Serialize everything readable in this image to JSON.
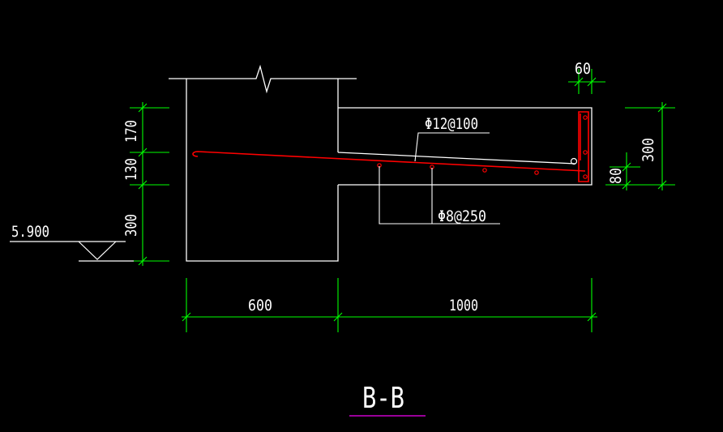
{
  "drawing": {
    "section_title": "B-B",
    "elevation_label": "5.900",
    "rebar_top_label": "Φ12@100",
    "rebar_dist_label": "Φ8@250",
    "dim_bottom_left": "600",
    "dim_bottom_right": "1000",
    "dim_left_top": "170",
    "dim_left_mid": "130",
    "dim_left_bottom": "300",
    "dim_right_overall": "300",
    "dim_right_bottom": "80",
    "dim_top_right": "60"
  },
  "colors": {
    "background": "#000000",
    "outline": "#ffffff",
    "dimension": "#00ff00",
    "rebar": "#ff0000",
    "title_underline": "#cc00cc"
  }
}
